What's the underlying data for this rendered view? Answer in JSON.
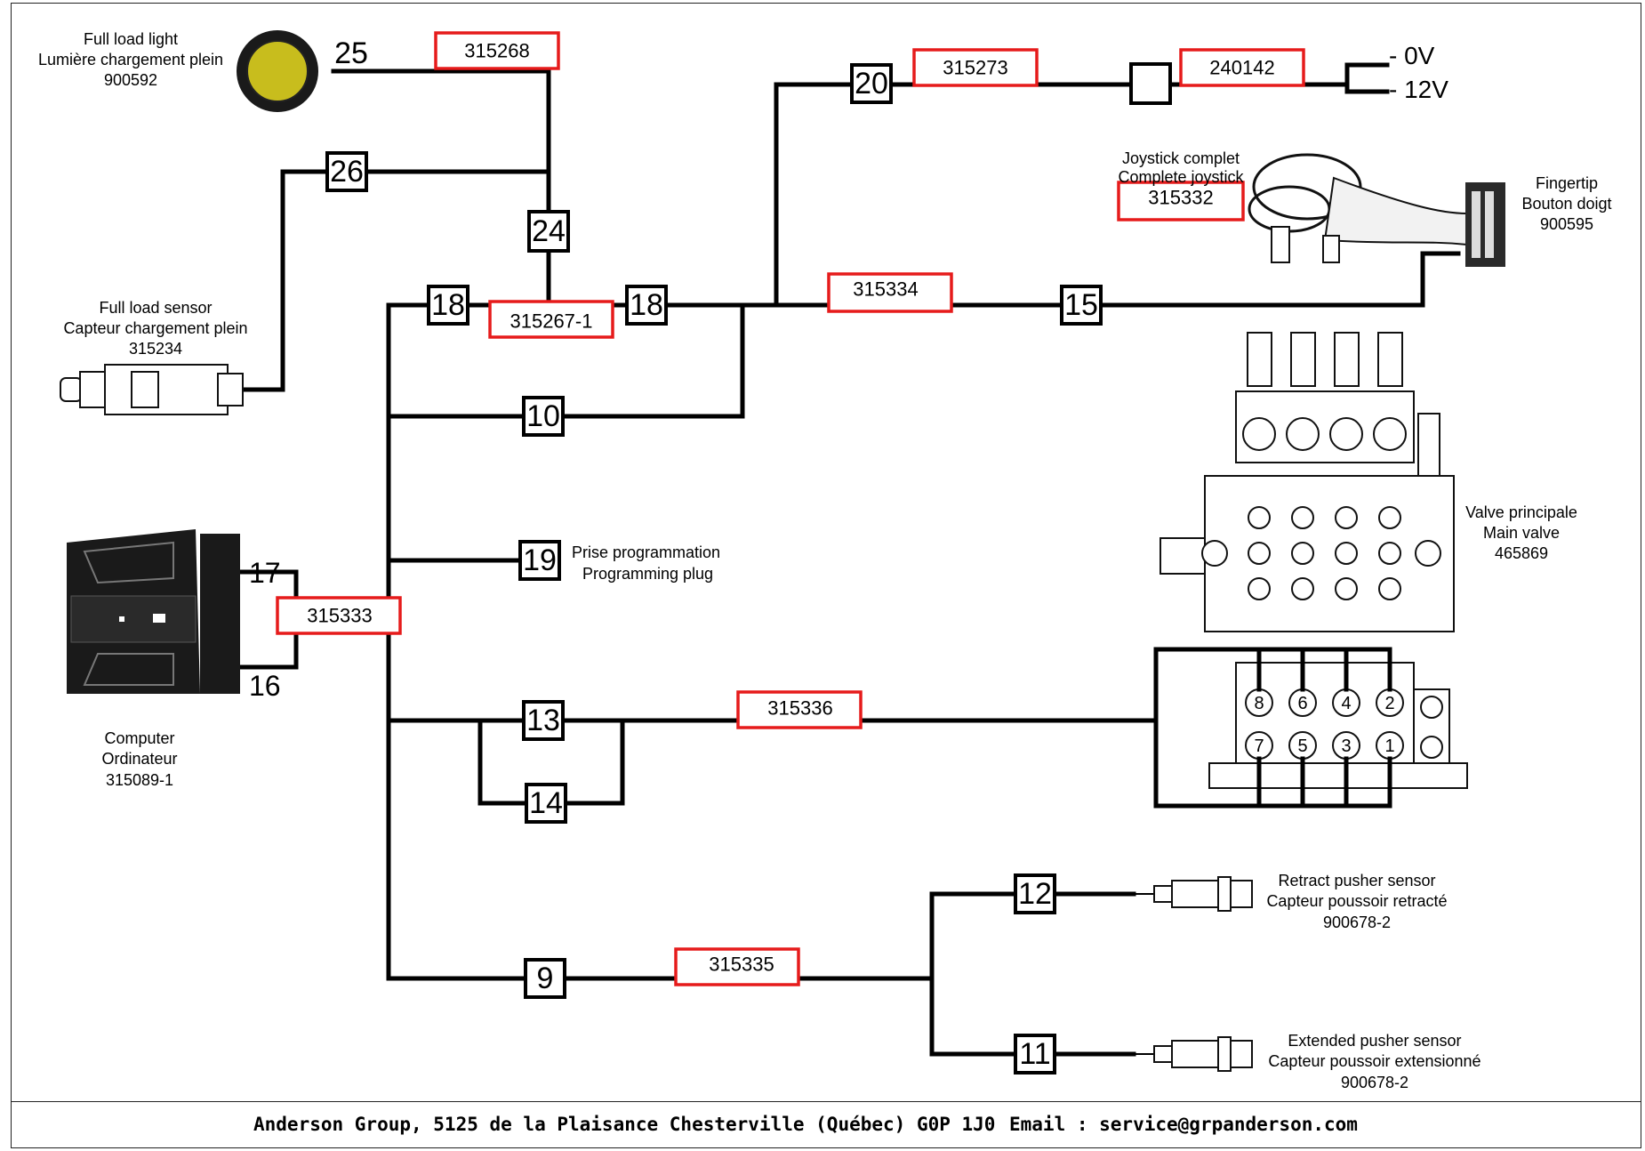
{
  "diagram": {
    "connectors": {
      "c25": "25",
      "c26": "26",
      "c24": "24",
      "c18a": "18",
      "c18b": "18",
      "c10": "10",
      "c19": "19",
      "c17": "17",
      "c16": "16",
      "c13": "13",
      "c14": "14",
      "c9": "9",
      "c12": "12",
      "c11": "11",
      "c20": "20",
      "c15": "15"
    },
    "parts": {
      "p315268": "315268",
      "p315273": "315273",
      "p240142": "240142",
      "p315332": "315332",
      "p315334": "315334",
      "p315267_1": "315267-1",
      "p315333": "315333",
      "p315336": "315336",
      "p315335": "315335"
    },
    "voltages": {
      "zero": "- 0V",
      "twelve": "- 12V"
    },
    "labels": {
      "full_load_light": [
        "Full load light",
        "Lumière chargement plein",
        "900592"
      ],
      "full_load_sensor": [
        "Full load sensor",
        "Capteur chargement plein",
        "315234"
      ],
      "computer": [
        "Computer",
        "Ordinateur",
        "315089-1"
      ],
      "joystick": [
        "Joystick complet",
        "Complete joystick"
      ],
      "fingertip": [
        "Fingertip",
        "Bouton doigt",
        "900595"
      ],
      "main_valve": [
        "Valve principale",
        "Main valve",
        "465869"
      ],
      "programming_plug": [
        "Prise programmation",
        "Programming plug"
      ],
      "retract_sensor": [
        "Retract pusher sensor",
        "Capteur poussoir retracté",
        "900678-2"
      ],
      "extended_sensor": [
        "Extended pusher sensor",
        "Capteur poussoir extensionné",
        "900678-2"
      ]
    },
    "valve_ports": [
      "8",
      "6",
      "4",
      "2",
      "7",
      "5",
      "3",
      "1"
    ]
  },
  "footer": {
    "address": "Anderson Group, 5125 de la Plaisance Chesterville (Québec) G0P 1J0",
    "email": "Email : service@grpanderson.com"
  },
  "colors": {
    "highlight": "#e61b1b",
    "lamp": "#c8bd1d"
  }
}
